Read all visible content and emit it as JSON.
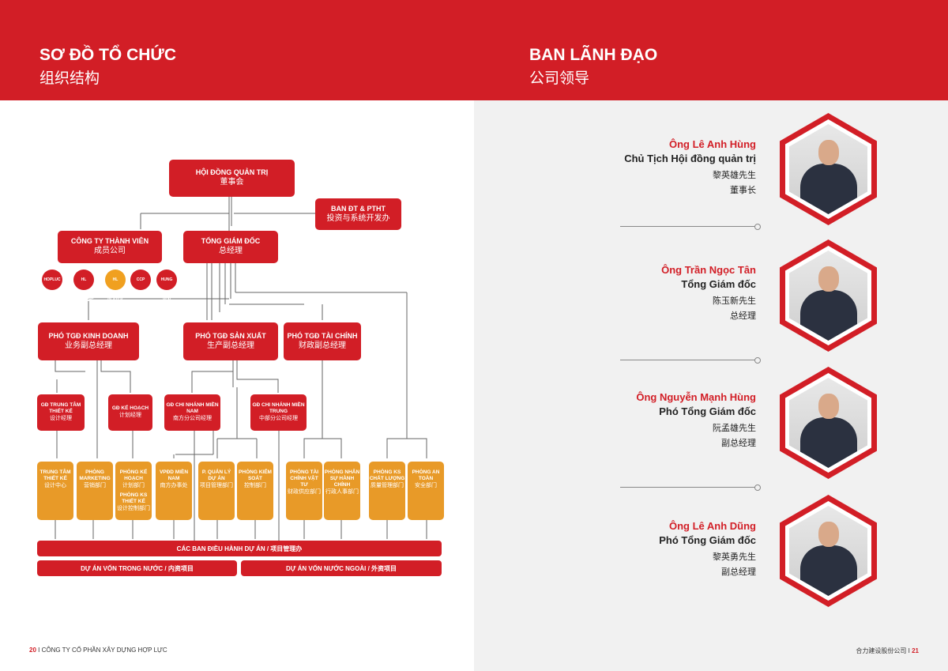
{
  "left": {
    "title": "SƠ ĐỒ TỔ CHỨC",
    "subtitle": "组织结构",
    "board": {
      "vi": "HỘI ĐỒNG QUẢN TRỊ",
      "zh": "董事会"
    },
    "invest": {
      "vi": "BAN ĐT & PTHT",
      "zh": "投资与系统开发办"
    },
    "members": {
      "vi": "CÔNG TY THÀNH VIÊN",
      "zh": "成员公司"
    },
    "ceo": {
      "vi": "TỔNG GIÁM ĐỐC",
      "zh": "总经理"
    },
    "logos": [
      "HOPLUC MEP",
      "HL WINDOWS",
      "HL PLATEK",
      "CCP",
      "HUNG YEN"
    ],
    "deputies": [
      {
        "vi": "PHÓ TGĐ KINH DOANH",
        "zh": "业务副总经理"
      },
      {
        "vi": "PHÓ TGĐ SẢN XUẤT",
        "zh": "生产副总经理"
      },
      {
        "vi": "PHÓ TGĐ TÀI CHÍNH",
        "zh": "财政副总经理"
      }
    ],
    "managers": [
      {
        "vi": "GĐ TRUNG TÂM THIẾT KẾ",
        "zh": "设计经理"
      },
      {
        "vi": "GĐ KẾ HOẠCH",
        "zh": "计划经理"
      },
      {
        "vi": "GĐ CHI NHÁNH MIỀN NAM",
        "zh": "南方分公司经理"
      },
      {
        "vi": "GĐ CHI NHÁNH MIỀN TRUNG",
        "zh": "中部分公司经理"
      }
    ],
    "departments": [
      {
        "vi": "TRUNG TÂM THIẾT KẾ",
        "zh": "设计中心"
      },
      {
        "vi": "PHÒNG MARKETING",
        "zh": "营销部门"
      },
      {
        "vi": "PHÒNG KẾ HOẠCH",
        "zh": "计划部门",
        "vi2": "PHÒNG KS THIẾT KẾ",
        "zh2": "设计控制部门"
      },
      {
        "vi": "VPĐD MIỀN NAM",
        "zh": "南方办事处"
      },
      {
        "vi": "P. QUẢN LÝ DỰ ÁN",
        "zh": "项目管理部门"
      },
      {
        "vi": "PHÒNG KIỂM SOÁT",
        "zh": "控制部门"
      },
      {
        "vi": "PHÒNG TÀI CHÍNH VẬT TƯ",
        "zh": "财政供应部门"
      },
      {
        "vi": "PHÒNG NHÂN SỰ HÀNH CHÍNH",
        "zh": "行政人事部门"
      },
      {
        "vi": "PHÒNG KS CHẤT LƯỢNG",
        "zh": "质量管理部门"
      },
      {
        "vi": "PHÒNG AN TOÀN",
        "zh": "安全部门"
      }
    ],
    "project_bar": "CÁC BAN ĐIỀU HÀNH DỰ ÁN / 项目管理办",
    "domestic": "DỰ ÁN VỐN TRONG NƯỚC / 内资项目",
    "foreign": "DỰ ÁN VỐN NƯỚC NGOÀI / 外资项目",
    "footer": {
      "page": "20",
      "text": "CÔNG TY CỔ PHẦN XÂY DỰNG HỢP LỰC"
    }
  },
  "right": {
    "title": "BAN LÃNH ĐẠO",
    "subtitle": "公司领导",
    "people": [
      {
        "name": "Ông Lê Anh Hùng",
        "title": "Chủ Tịch Hội đồng quản trị",
        "zh_name": "黎英雄先生",
        "zh_title": "董事长"
      },
      {
        "name": "Ông Trần Ngọc Tân",
        "title": "Tổng Giám đốc",
        "zh_name": "陈玉新先生",
        "zh_title": "总经理"
      },
      {
        "name": "Ông Nguyễn Mạnh Hùng",
        "title": "Phó Tổng Giám đốc",
        "zh_name": "阮孟雄先生",
        "zh_title": "副总经理"
      },
      {
        "name": "Ông Lê Anh Dũng",
        "title": "Phó Tổng Giám đốc",
        "zh_name": "黎英勇先生",
        "zh_title": "副总经理"
      }
    ],
    "footer": {
      "text": "合力建设股份公司",
      "page": "21"
    }
  },
  "colors": {
    "red": "#d21e26",
    "orange": "#e89a28"
  }
}
